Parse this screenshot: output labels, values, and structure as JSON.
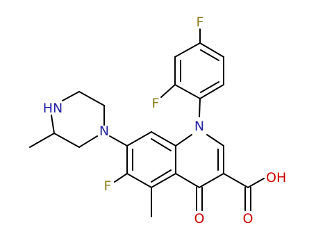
{
  "structure": {
    "colors": {
      "bond": "#000000",
      "F": "#8f7a16",
      "N": "#2222a0",
      "O": "#cc0000"
    },
    "atoms": {
      "F_top": "F",
      "F_left": "F",
      "F_ring": "F",
      "N_quinolone": "N",
      "N_piperazine": "N",
      "NH": "HN",
      "O_keto": "O",
      "O_carbonyl": "O",
      "OH": "OH"
    }
  }
}
